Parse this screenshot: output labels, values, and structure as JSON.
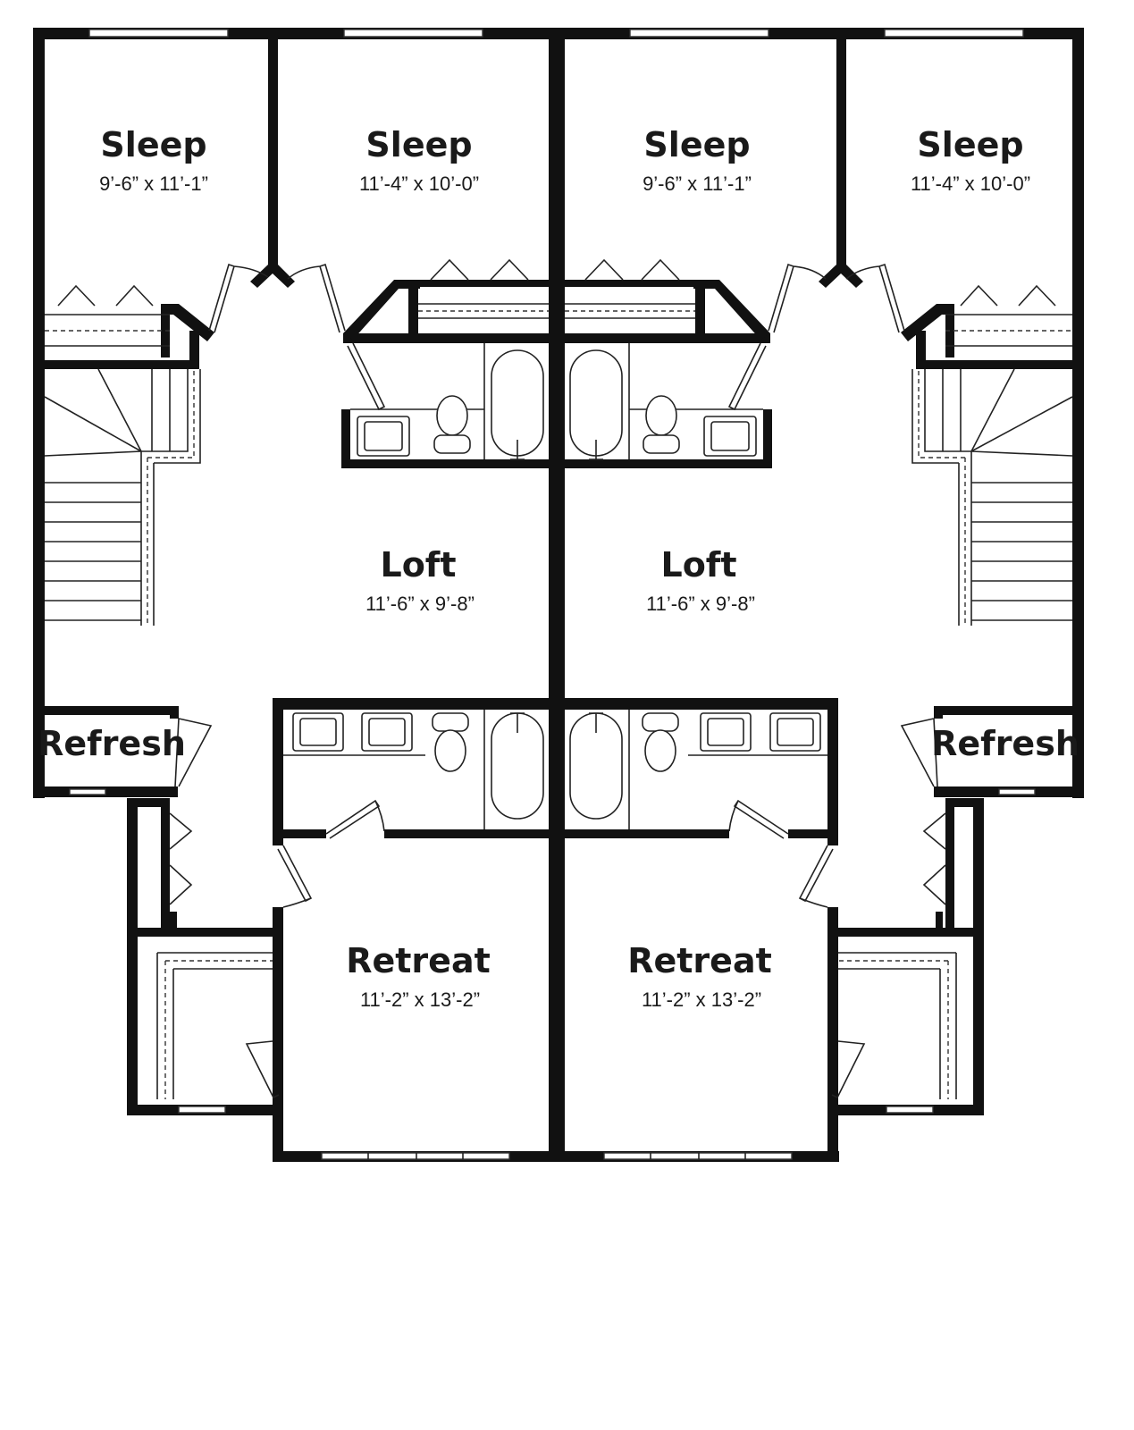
{
  "rooms": {
    "sleep_1": {
      "name": "Sleep",
      "dim": "9’-6” x 11’-1”"
    },
    "sleep_2": {
      "name": "Sleep",
      "dim": "11’-4” x 10’-0”"
    },
    "sleep_3": {
      "name": "Sleep",
      "dim": "9’-6” x 11’-1”"
    },
    "sleep_4": {
      "name": "Sleep",
      "dim": "11’-4” x 10’-0”"
    },
    "loft_left": {
      "name": "Loft",
      "dim": "11’-6” x 9’-8”"
    },
    "loft_right": {
      "name": "Loft",
      "dim": "11’-6” x 9’-8”"
    },
    "refresh_left": {
      "name": "Refresh"
    },
    "refresh_right": {
      "name": "Refresh"
    },
    "retreat_left": {
      "name": "Retreat",
      "dim": "11’-2” x 13’-2”"
    },
    "retreat_right": {
      "name": "Retreat",
      "dim": "11’-2” x 13’-2”"
    }
  },
  "colors": {
    "wall": "#111111",
    "background": "#ffffff"
  }
}
